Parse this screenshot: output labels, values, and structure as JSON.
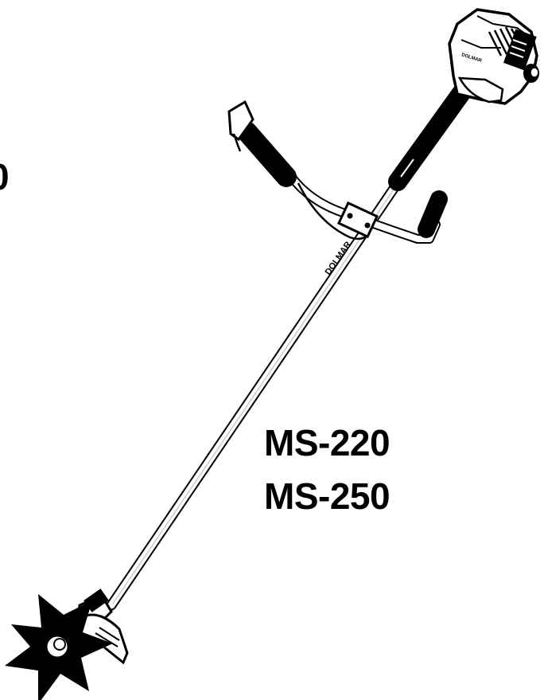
{
  "cover": {
    "models": [
      "MS-220",
      "MS-250"
    ],
    "cropped_left_text": "0",
    "brand_on_shaft": "DOLMAR",
    "brand_on_engine": "DOLMAR"
  },
  "icons": [
    "brushcutter-illustration",
    "engine-icon",
    "handlebar-icon",
    "cutting-blade-icon"
  ],
  "colors": {
    "ink": "#000000",
    "paper": "#ffffff",
    "highlight": "#cccccc"
  }
}
